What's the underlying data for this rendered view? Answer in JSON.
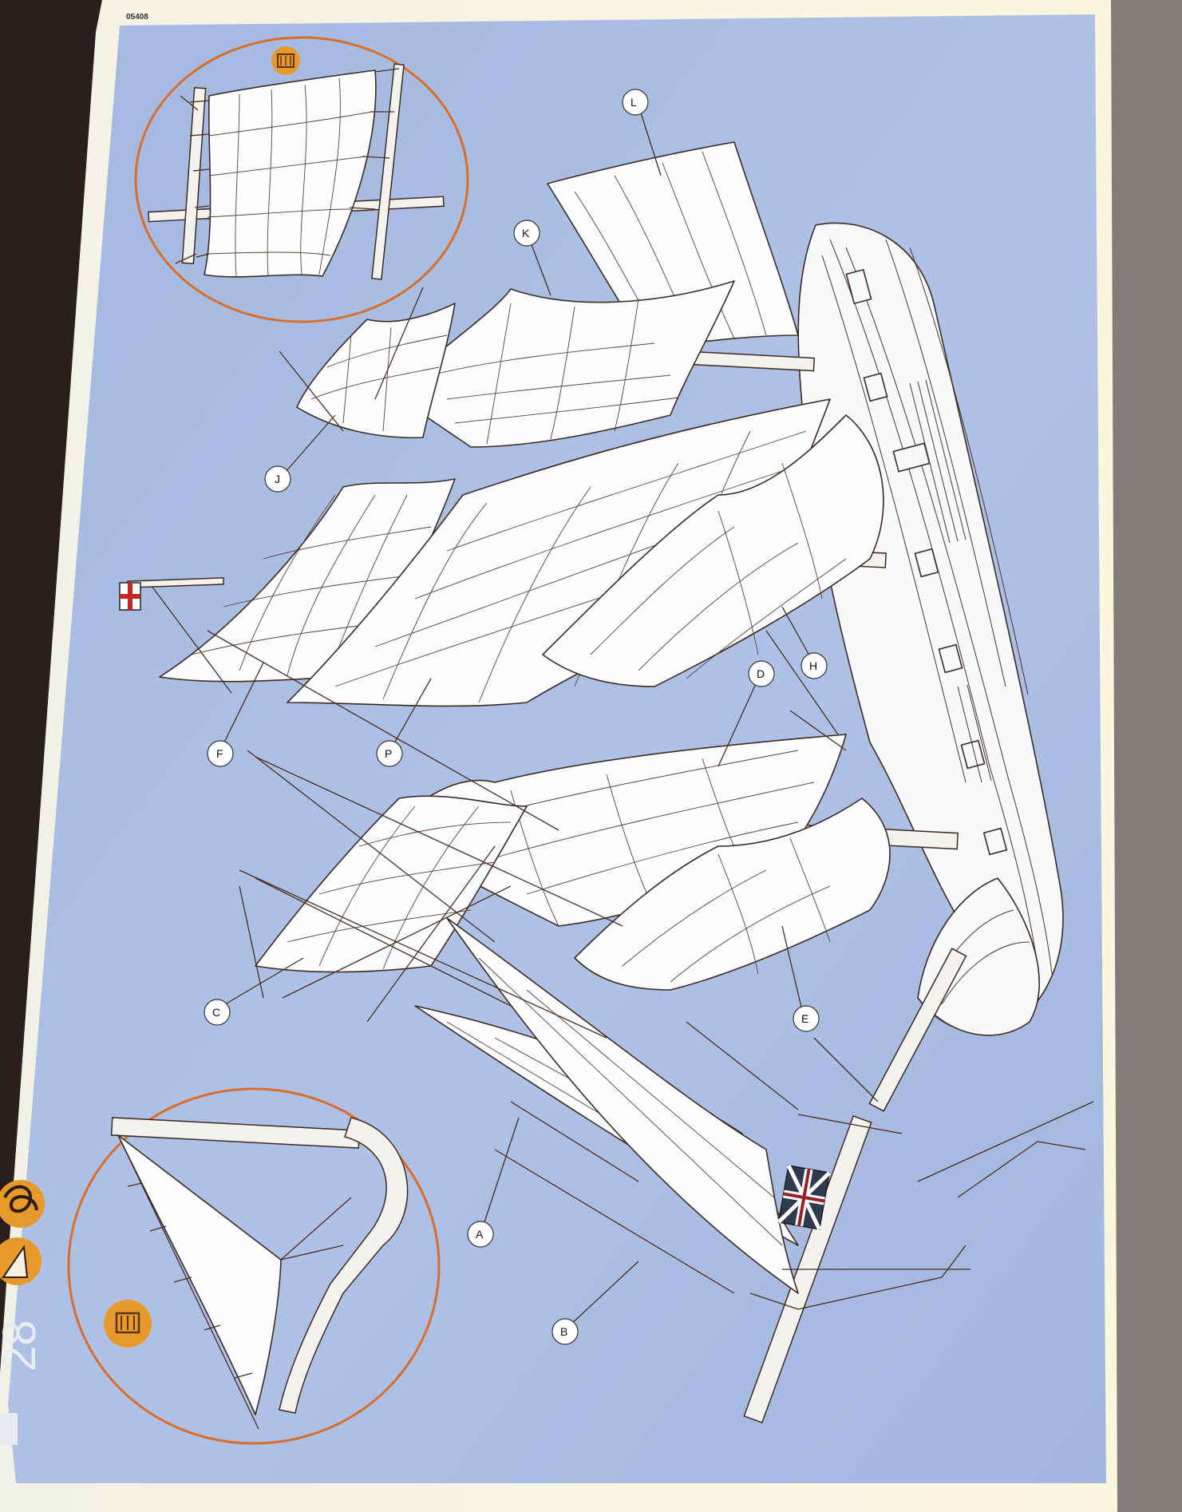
{
  "page": {
    "code": "05408",
    "page_number": "28",
    "colors": {
      "paper": "#f7f5e8",
      "panel": "#a9bde2",
      "line": "#3d2a20",
      "accent_ring": "#d96e2a",
      "icon_orange": "#e79a2b"
    }
  },
  "callouts": [
    {
      "id": "L",
      "label": "L"
    },
    {
      "id": "K",
      "label": "K"
    },
    {
      "id": "J",
      "label": "J"
    },
    {
      "id": "F",
      "label": "F"
    },
    {
      "id": "P",
      "label": "P"
    },
    {
      "id": "D",
      "label": "D"
    },
    {
      "id": "H",
      "label": "H"
    },
    {
      "id": "C",
      "label": "C"
    },
    {
      "id": "E",
      "label": "E"
    },
    {
      "id": "A",
      "label": "A"
    },
    {
      "id": "B",
      "label": "B"
    }
  ],
  "icons": {
    "detail_top": "glue-icon",
    "detail_bottom": "glue-icon",
    "side_top": "rope-knot-icon",
    "side_bottom": "sail-rigging-icon",
    "flag_stern": "st-george-flag-icon",
    "flag_bow": "union-jack-flag-icon"
  }
}
